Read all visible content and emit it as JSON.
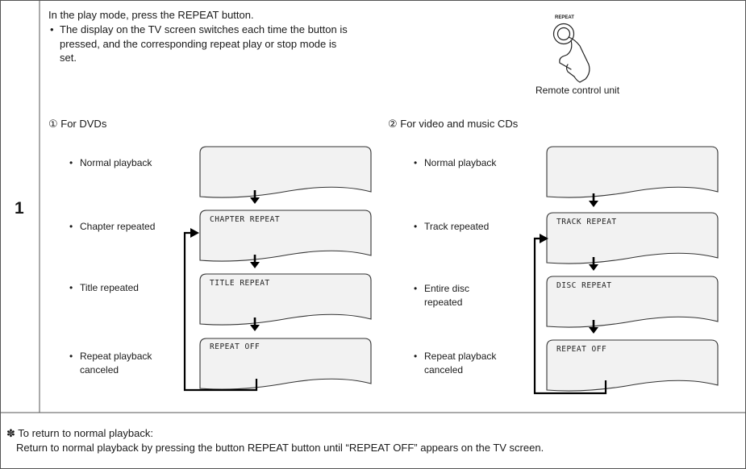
{
  "step": {
    "number": "1"
  },
  "intro": {
    "line1": "In the play mode, press the REPEAT button.",
    "bullet": "•",
    "bullet_lines": [
      "The display on the TV screen switches each time the button is",
      "pressed, and the corresponding repeat play or stop mode is",
      "set."
    ]
  },
  "remote": {
    "button_label": "REPEAT",
    "caption": "Remote control unit",
    "icon": "hand-pressing-button-icon"
  },
  "dvd": {
    "heading": "① For DVDs",
    "items": [
      {
        "bullet": "•",
        "label_lines": [
          "Normal playback"
        ],
        "screen_text": ""
      },
      {
        "bullet": "•",
        "label_lines": [
          "Chapter repeated"
        ],
        "screen_text": "CHAPTER REPEAT"
      },
      {
        "bullet": "•",
        "label_lines": [
          "Title repeated"
        ],
        "screen_text": "TITLE REPEAT"
      },
      {
        "bullet": "•",
        "label_lines": [
          "Repeat playback",
          "canceled"
        ],
        "screen_text": "REPEAT OFF"
      }
    ]
  },
  "cd": {
    "heading": "② For video and music CDs",
    "items": [
      {
        "bullet": "•",
        "label_lines": [
          "Normal playback"
        ],
        "screen_text": ""
      },
      {
        "bullet": "•",
        "label_lines": [
          "Track repeated"
        ],
        "screen_text": "TRACK REPEAT"
      },
      {
        "bullet": "•",
        "label_lines": [
          "Entire disc",
          "repeated"
        ],
        "screen_text": "DISC REPEAT"
      },
      {
        "bullet": "•",
        "label_lines": [
          "Repeat playback",
          "canceled"
        ],
        "screen_text": "REPEAT OFF"
      }
    ]
  },
  "note": {
    "symbol": "✽",
    "title": "To return to normal playback:",
    "body": "Return to normal playback by pressing the button REPEAT button until “REPEAT OFF” appears on the TV screen."
  }
}
